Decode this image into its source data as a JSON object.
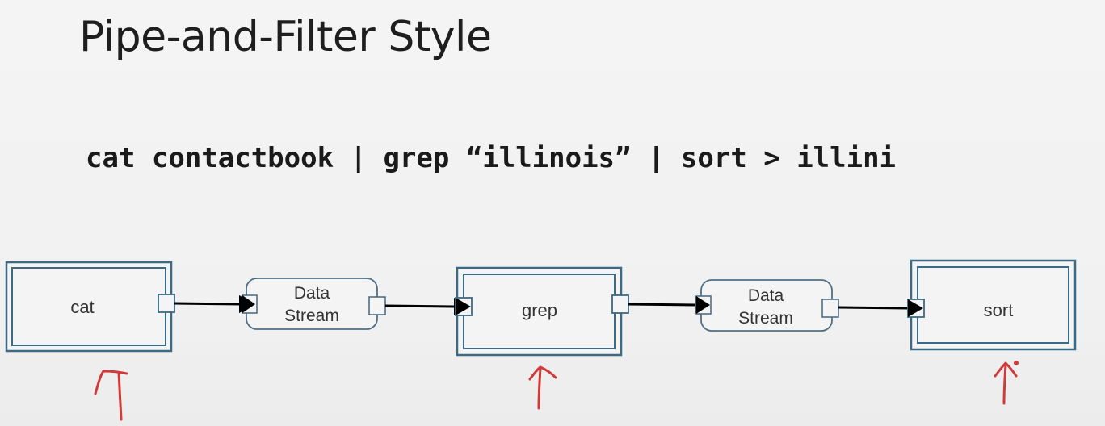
{
  "slide": {
    "title": "Pipe-and-Filter Style",
    "command": "cat contactbook | grep “illinois” | sort > illini"
  },
  "diagram": {
    "filters": [
      {
        "id": "cat",
        "label": "cat"
      },
      {
        "id": "grep",
        "label": "grep"
      },
      {
        "id": "sort",
        "label": "sort"
      }
    ],
    "pipes": [
      {
        "id": "pipe1",
        "line1": "Data",
        "line2": "Stream"
      },
      {
        "id": "pipe2",
        "line1": "Data",
        "line2": "Stream"
      }
    ],
    "colors": {
      "filter_border": "#3b6a85",
      "pipe_border": "#4f6f87",
      "arrow": "#000000",
      "annotation": "#d23a3a"
    }
  }
}
